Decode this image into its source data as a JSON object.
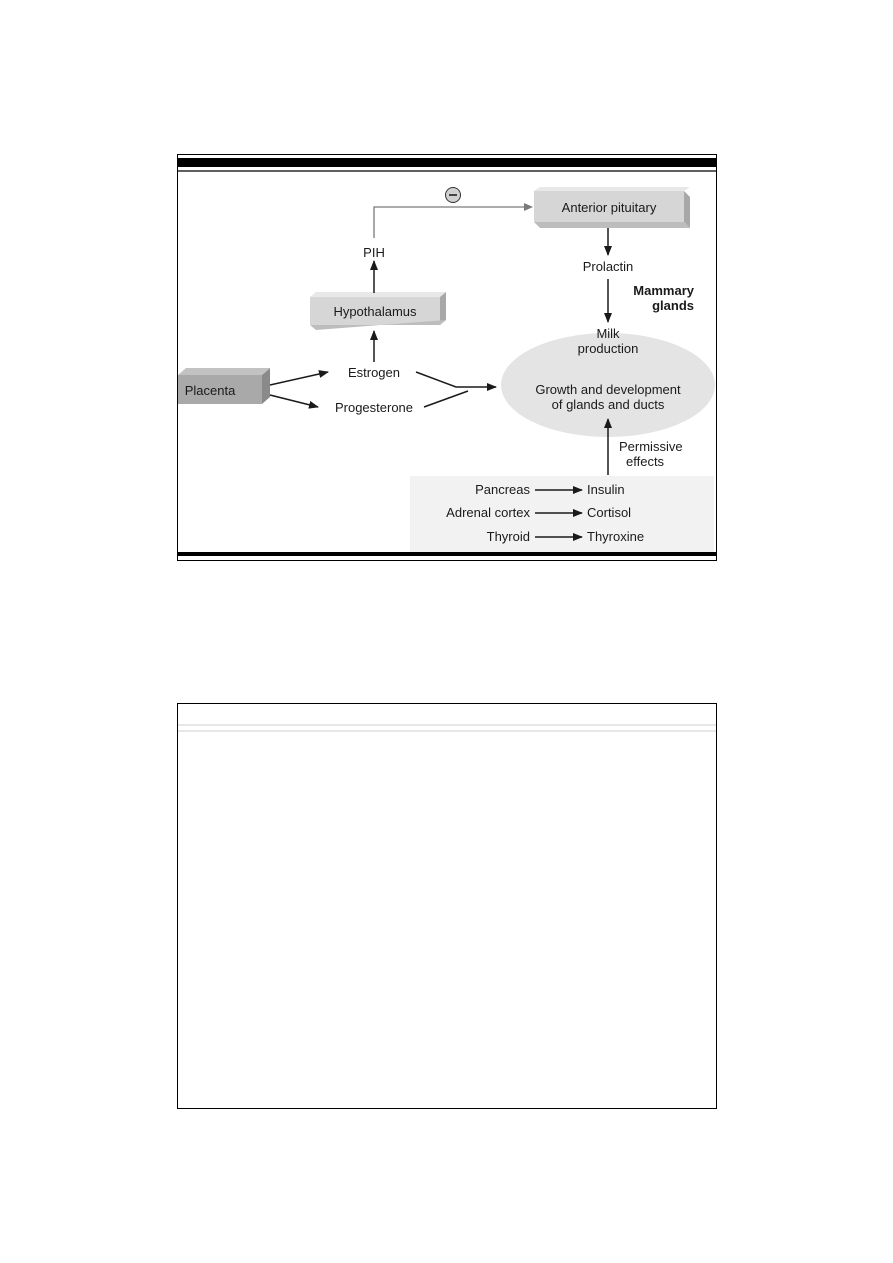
{
  "diagram": {
    "nodes": {
      "anterior_pituitary": "Anterior pituitary",
      "inhibit_symbol": "−",
      "pih": "PIH",
      "prolactin": "Prolactin",
      "mammary_glands_line1": "Mammary",
      "mammary_glands_line2": "glands",
      "hypothalamus": "Hypothalamus",
      "milk_production_line1": "Milk",
      "milk_production_line2": "production",
      "estrogen": "Estrogen",
      "placenta": "Placenta",
      "progesterone": "Progesterone",
      "growth_line1": "Growth and development",
      "growth_line2": "of glands and ducts",
      "permissive_line1": "Permissive",
      "permissive_line2": "effects",
      "pancreas": "Pancreas",
      "insulin": "Insulin",
      "adrenal_cortex": "Adrenal cortex",
      "cortisol": "Cortisol",
      "thyroid": "Thyroid",
      "thyroxine": "Thyroxine"
    },
    "colors": {
      "box_fill": "#d6d6d6",
      "box_side": "#a8a8a8",
      "box_top": "#e8e8e8",
      "placenta_fill": "#a9a9a9",
      "placenta_side": "#8a8a8a",
      "ellipse_fill": "#e4e4e4",
      "panel_fill": "#f2f2f2",
      "arrow": "#1a1a1a",
      "feedback_line": "#7a7a7a"
    }
  },
  "slide2": {}
}
